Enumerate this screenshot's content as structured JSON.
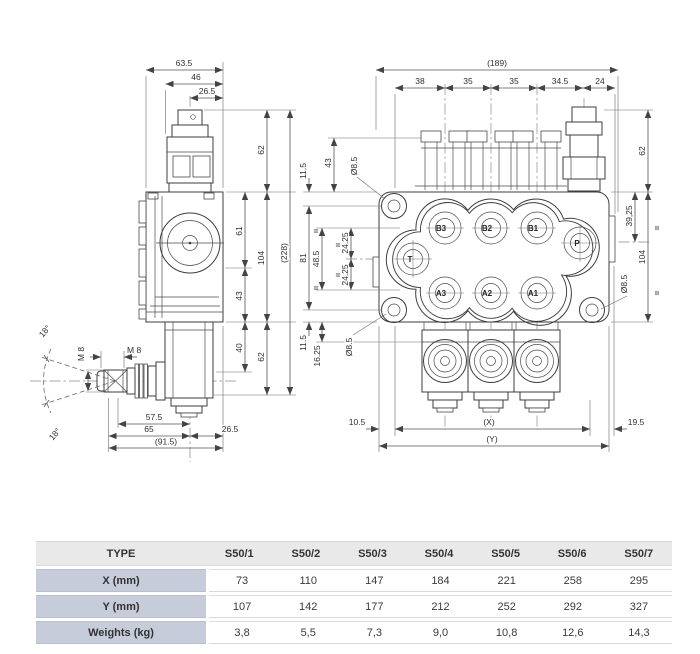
{
  "side_view": {
    "dim_63_5": "63.5",
    "dim_46": "46",
    "dim_26_5_top": "26.5",
    "dim_62_top": "62",
    "dim_61": "61",
    "dim_104": "104",
    "dim_228": "(228)",
    "dim_43": "43",
    "dim_40": "40",
    "dim_62_bottom": "62",
    "dim_57_5": "57.5",
    "dim_65": "65",
    "dim_91_5": "(91.5)",
    "dim_26_5_bottom": "26.5",
    "thread_vertical": "M 8",
    "thread_horizontal": "M 8",
    "angle_top": "18°",
    "angle_bottom": "18°"
  },
  "front_view": {
    "dim_overall": "(189)",
    "dim_38": "38",
    "dim_35_a": "35",
    "dim_35_b": "35",
    "dim_34_5": "34.5",
    "dim_24": "24",
    "dim_11_5_top": "11.5",
    "dim_43_left": "43",
    "dia_8_5_top_left": "Ø8.5",
    "dim_81": "81",
    "dim_48_5": "48.5",
    "dim_24_25_a": "24.25",
    "dim_24_25_b": "24.25",
    "dim_16_25": "16.25",
    "dim_11_5_bottom": "11.5",
    "dia_8_5_bottom_left": "Ø8.5",
    "dim_62_right": "62",
    "dim_39_25": "39,25",
    "dim_104_right": "104",
    "dia_8_5_right": "Ø8.5",
    "dim_10_5": "10.5",
    "dim_x": "(X)",
    "dim_19_5": "19.5",
    "dim_y": "(Y)",
    "ports": {
      "b3": "B3",
      "b2": "B2",
      "b1": "B1",
      "t": "T",
      "p": "P",
      "a3": "A3",
      "a2": "A2",
      "a1": "A1"
    },
    "equal_mark": "="
  },
  "table": {
    "header": [
      "TYPE",
      "S50/1",
      "S50/2",
      "S50/3",
      "S50/4",
      "S50/5",
      "S50/6",
      "S50/7"
    ],
    "rows": [
      {
        "label": "X (mm)",
        "values": [
          "73",
          "110",
          "147",
          "184",
          "221",
          "258",
          "295"
        ]
      },
      {
        "label": "Y (mm)",
        "values": [
          "107",
          "142",
          "177",
          "212",
          "252",
          "292",
          "327"
        ]
      },
      {
        "label": "Weights (kg)",
        "values": [
          "3,8",
          "5,5",
          "7,3",
          "9,0",
          "10,8",
          "12,6",
          "14,3"
        ]
      }
    ],
    "colors": {
      "header_bg": "#e9e9e9",
      "label_bg": "#c7ccdb",
      "value_bg": "#ffffff"
    }
  }
}
